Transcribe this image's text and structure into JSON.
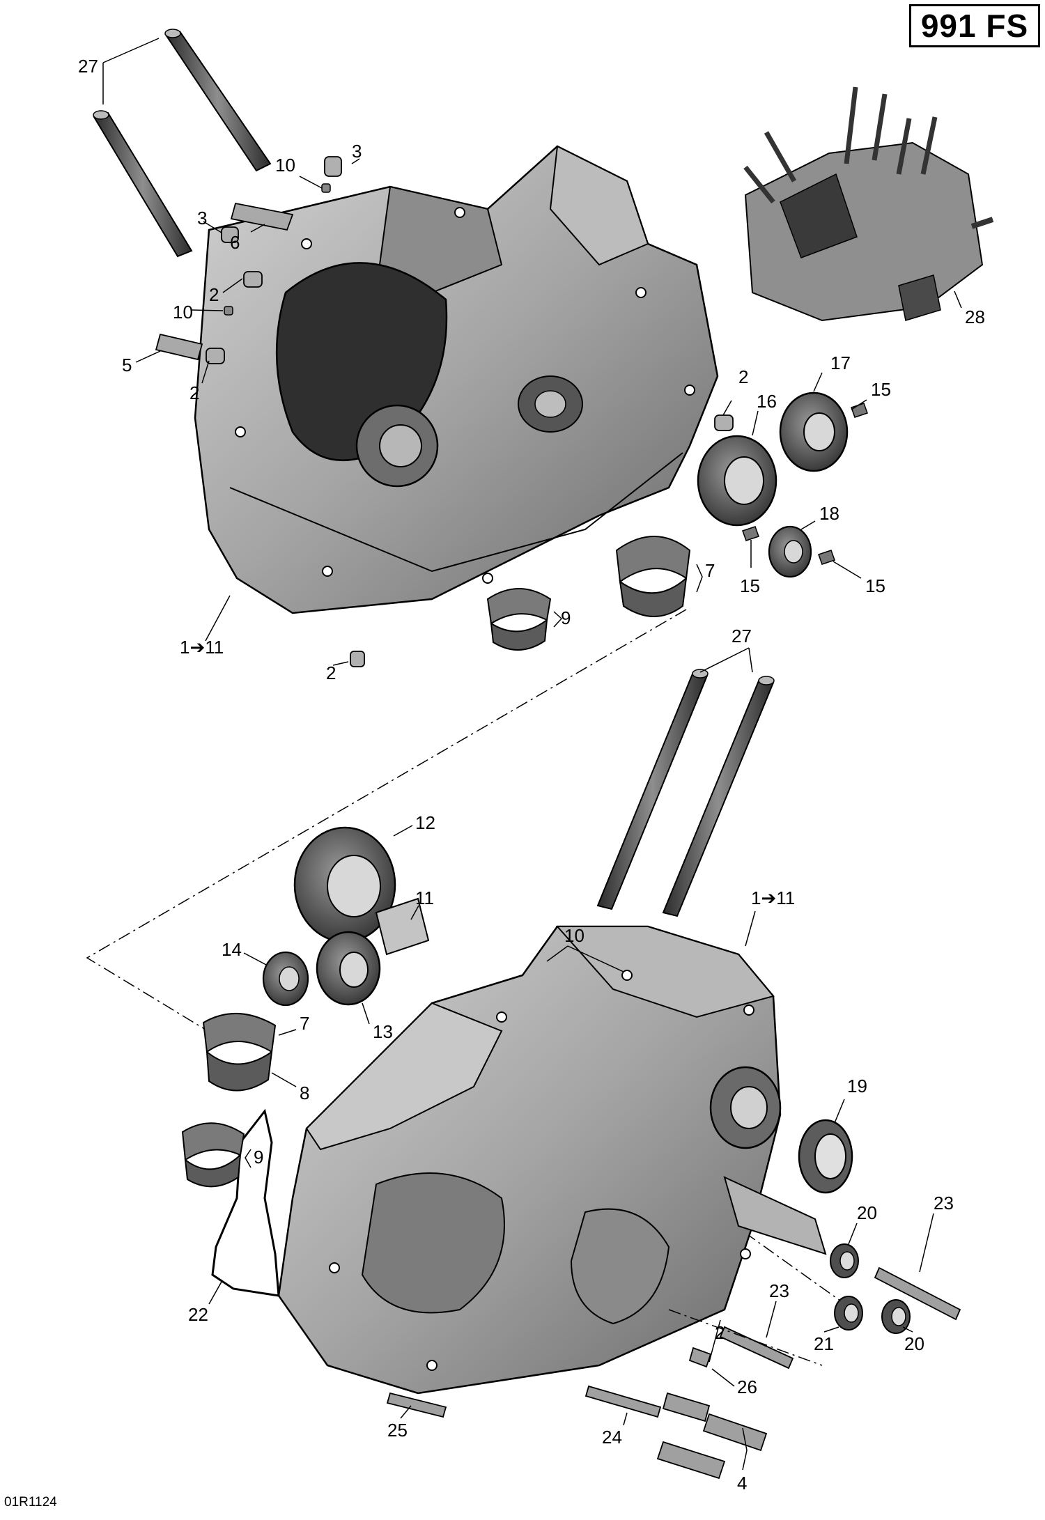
{
  "header": {
    "model": "991 FS"
  },
  "figure_code": "01R1124",
  "colors": {
    "part_fill": "#a3a3a3",
    "part_dark": "#3c3c3c",
    "part_light": "#d6d6d6",
    "line": "#000000"
  },
  "callouts": [
    {
      "label": "27"
    },
    {
      "label": "3"
    },
    {
      "label": "10"
    },
    {
      "label": "3"
    },
    {
      "label": "6"
    },
    {
      "label": "2"
    },
    {
      "label": "10"
    },
    {
      "label": "5"
    },
    {
      "label": "2"
    },
    {
      "label": "2"
    },
    {
      "label": "16"
    },
    {
      "label": "17"
    },
    {
      "label": "15"
    },
    {
      "label": "18"
    },
    {
      "label": "15"
    },
    {
      "label": "15"
    },
    {
      "label": "7"
    },
    {
      "label": "9"
    },
    {
      "label": "1➔11"
    },
    {
      "label": "2"
    },
    {
      "label": "28"
    },
    {
      "label": "27"
    },
    {
      "label": "12"
    },
    {
      "label": "11"
    },
    {
      "label": "14"
    },
    {
      "label": "13"
    },
    {
      "label": "7"
    },
    {
      "label": "8"
    },
    {
      "label": "9"
    },
    {
      "label": "10"
    },
    {
      "label": "1➔11"
    },
    {
      "label": "19"
    },
    {
      "label": "20"
    },
    {
      "label": "23"
    },
    {
      "label": "23"
    },
    {
      "label": "22"
    },
    {
      "label": "2"
    },
    {
      "label": "26"
    },
    {
      "label": "21"
    },
    {
      "label": "20"
    },
    {
      "label": "25"
    },
    {
      "label": "24"
    },
    {
      "label": "4"
    }
  ]
}
